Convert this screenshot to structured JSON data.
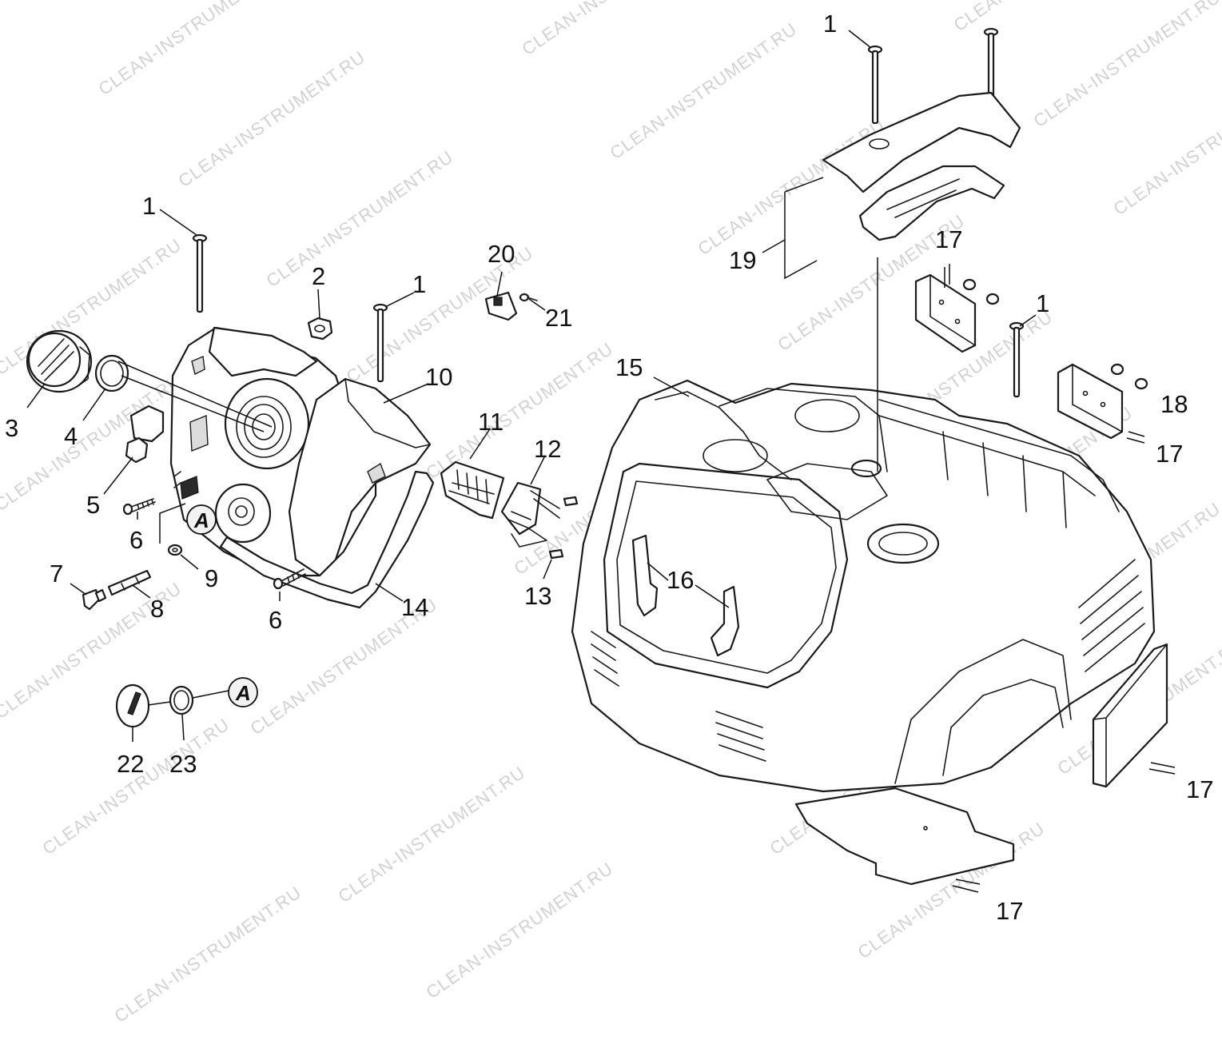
{
  "watermark": {
    "text": "CLEAN-INSTRUMENT.RU"
  },
  "reference_mark": {
    "label": "A"
  },
  "callouts": [
    {
      "id": "c1a",
      "label": "1"
    },
    {
      "id": "c1b",
      "label": "1"
    },
    {
      "id": "c1c",
      "label": "1"
    },
    {
      "id": "c1d",
      "label": "1"
    },
    {
      "id": "c2",
      "label": "2"
    },
    {
      "id": "c3",
      "label": "3"
    },
    {
      "id": "c4",
      "label": "4"
    },
    {
      "id": "c5",
      "label": "5"
    },
    {
      "id": "c6a",
      "label": "6"
    },
    {
      "id": "c6b",
      "label": "6"
    },
    {
      "id": "c7",
      "label": "7"
    },
    {
      "id": "c8",
      "label": "8"
    },
    {
      "id": "c9",
      "label": "9"
    },
    {
      "id": "c10",
      "label": "10"
    },
    {
      "id": "c11",
      "label": "11"
    },
    {
      "id": "c12",
      "label": "12"
    },
    {
      "id": "c13",
      "label": "13"
    },
    {
      "id": "c14",
      "label": "14"
    },
    {
      "id": "c15",
      "label": "15"
    },
    {
      "id": "c16",
      "label": "16"
    },
    {
      "id": "c17a",
      "label": "17"
    },
    {
      "id": "c17b",
      "label": "17"
    },
    {
      "id": "c17c",
      "label": "17"
    },
    {
      "id": "c17d",
      "label": "17"
    },
    {
      "id": "c18",
      "label": "18"
    },
    {
      "id": "c19",
      "label": "19"
    },
    {
      "id": "c20",
      "label": "20"
    },
    {
      "id": "c21",
      "label": "21"
    },
    {
      "id": "c22",
      "label": "22"
    },
    {
      "id": "c23",
      "label": "23"
    }
  ]
}
